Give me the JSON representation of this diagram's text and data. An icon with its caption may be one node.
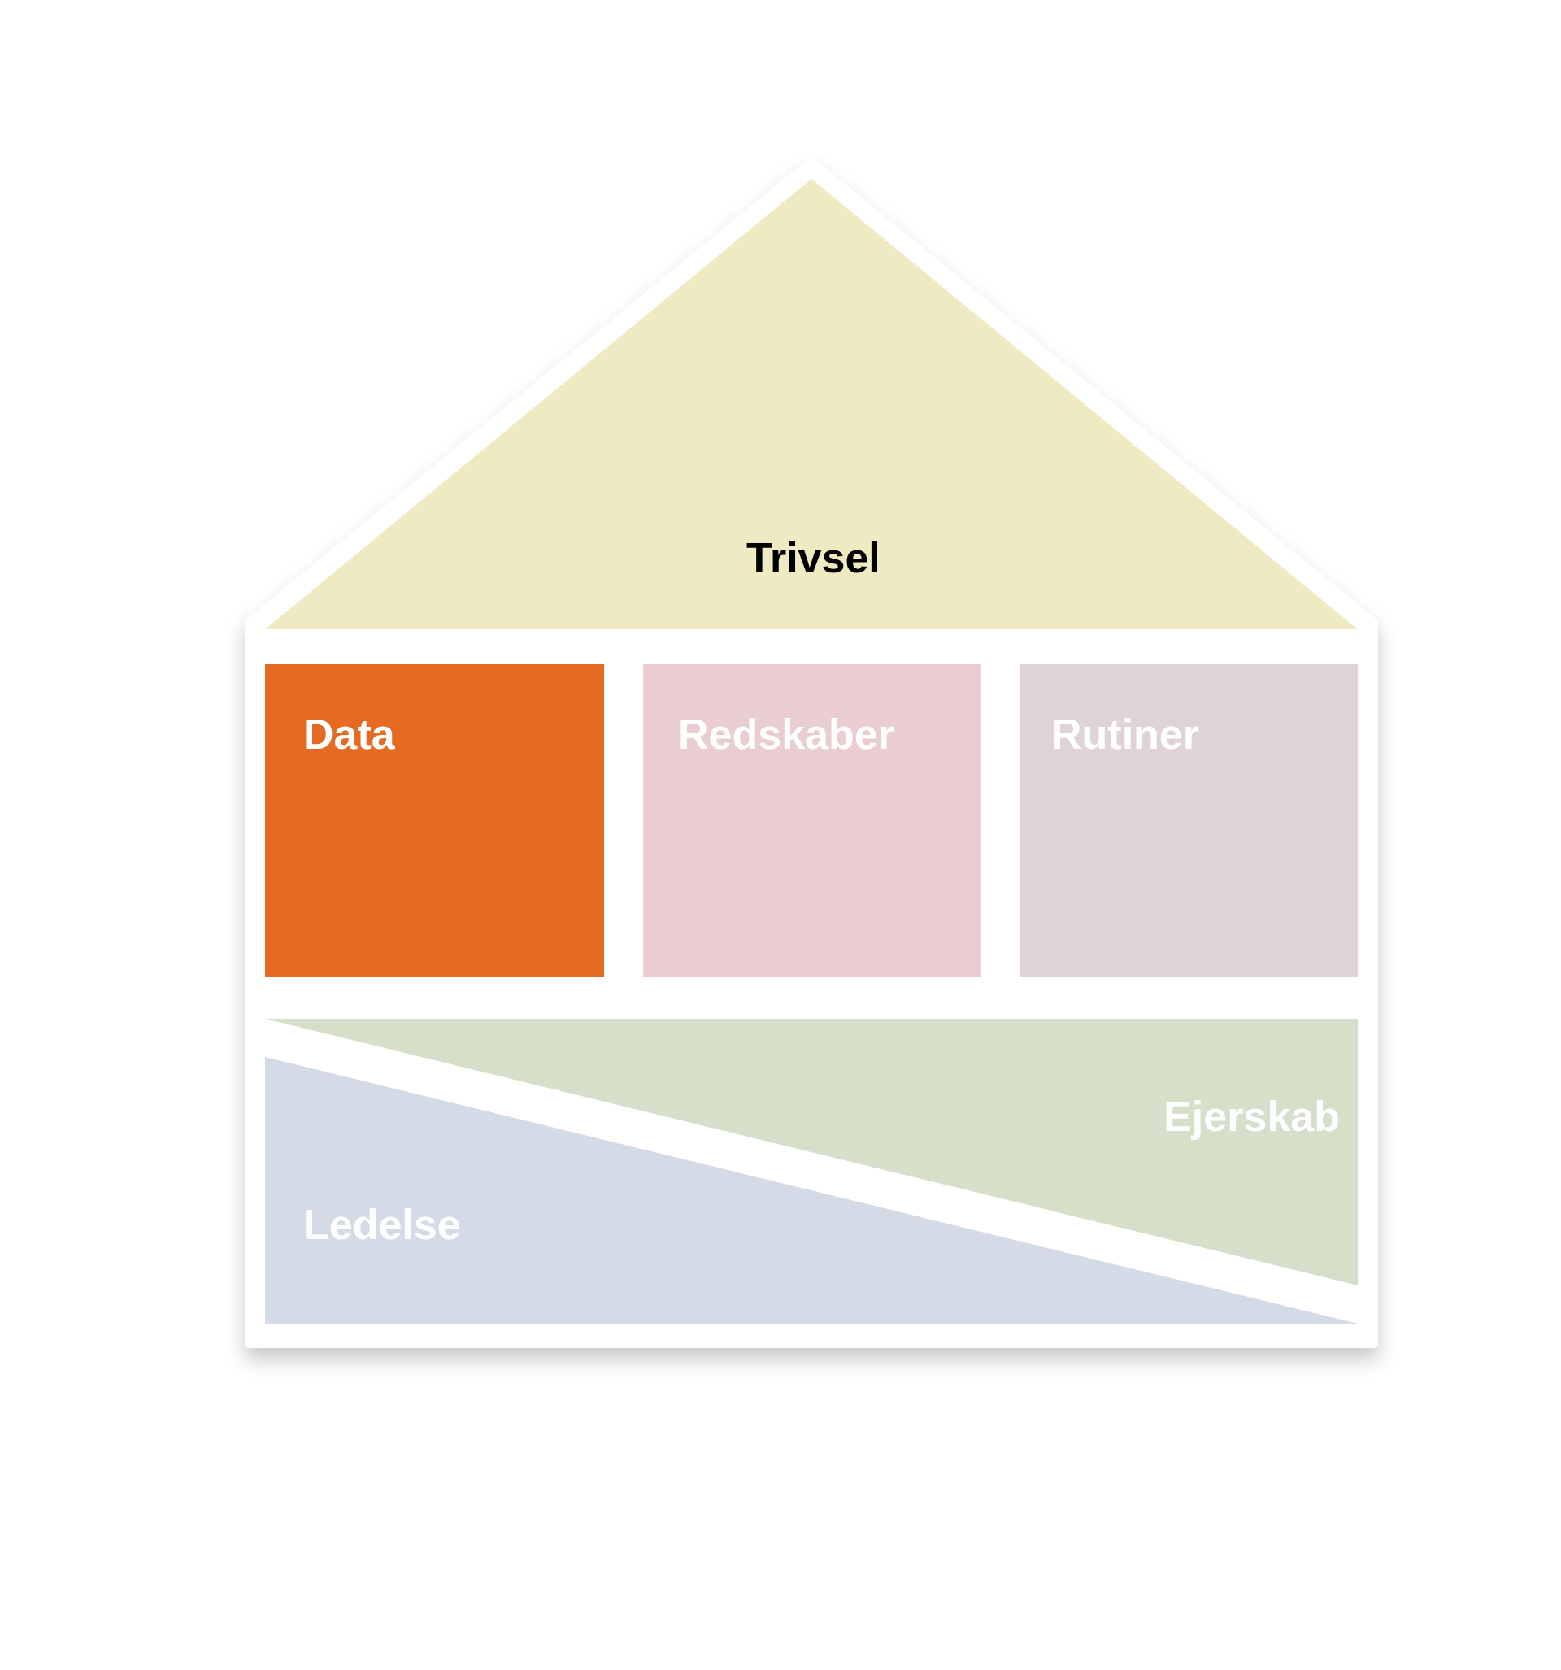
{
  "diagram": {
    "nodes": [
      {
        "text": [
          "Trivsel"
        ]
      },
      {
        "text": [
          "Data"
        ]
      },
      {
        "text": [
          "Redskaber"
        ]
      },
      {
        "text": [
          "Rutiner"
        ]
      },
      {
        "text": [
          "Ejerskab"
        ]
      },
      {
        "text": [
          "Ledelse"
        ]
      }
    ]
  }
}
